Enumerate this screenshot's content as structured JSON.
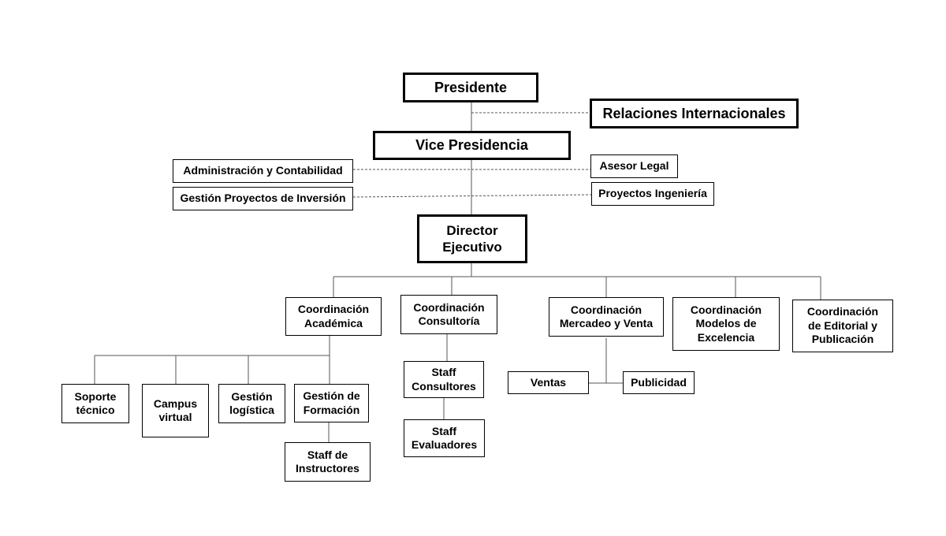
{
  "top": {
    "president": "Presidente",
    "international_relations": "Relaciones Internacionales",
    "vice_presidency": "Vice Presidencia",
    "admin_accounting": "Administración y Contabilidad",
    "investment_projects": "Gestión Proyectos de Inversión",
    "legal_advisor": "Asesor Legal",
    "engineering_projects": "Proyectos Ingeniería",
    "executive_director": "Director\nEjecutivo"
  },
  "coordinations": {
    "academic": "Coordinación\nAcadémica",
    "consulting": "Coordinación\nConsultoría",
    "marketing": "Coordinación\nMercadeo y Venta",
    "excellence": "Coordinación\nModelos de\nExcelencia",
    "editorial": "Coordinación\nde Editorial y\nPublicación"
  },
  "academic_units": {
    "tech_support": "Soporte\ntécnico",
    "virtual_campus": "Campus\nvirtual",
    "logistics": "Gestión\nlogística",
    "training": "Gestión de\nFormación",
    "instructors": "Staff de\nInstructores"
  },
  "consulting_units": {
    "consultants": "Staff\nConsultores",
    "evaluators": "Staff\nEvaluadores"
  },
  "marketing_units": {
    "sales": "Ventas",
    "advertising": "Publicidad"
  }
}
